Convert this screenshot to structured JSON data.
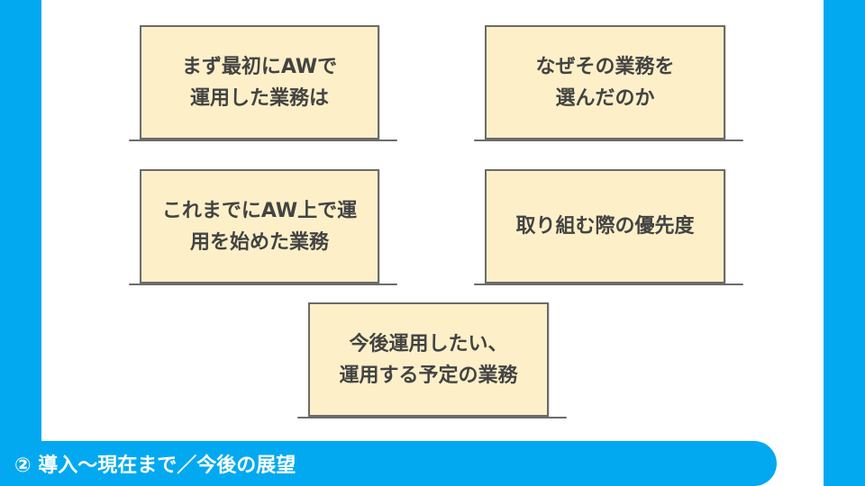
{
  "cards": [
    {
      "text": "まず最初にAWで\n運用した業務は"
    },
    {
      "text": "なぜその業務を\n選んだのか"
    },
    {
      "text": "これまでにAW上で運\n用を始めた業務"
    },
    {
      "text": "取り組む際の優先度"
    },
    {
      "text": "今後運用したい、\n運用する予定の業務"
    }
  ],
  "footer": {
    "title": "② 導入〜現在まで／今後の展望"
  },
  "colors": {
    "accent": "#03a9f0",
    "card_fill": "#fdf0c9",
    "card_border": "#6b6b6b",
    "text": "#434343"
  }
}
